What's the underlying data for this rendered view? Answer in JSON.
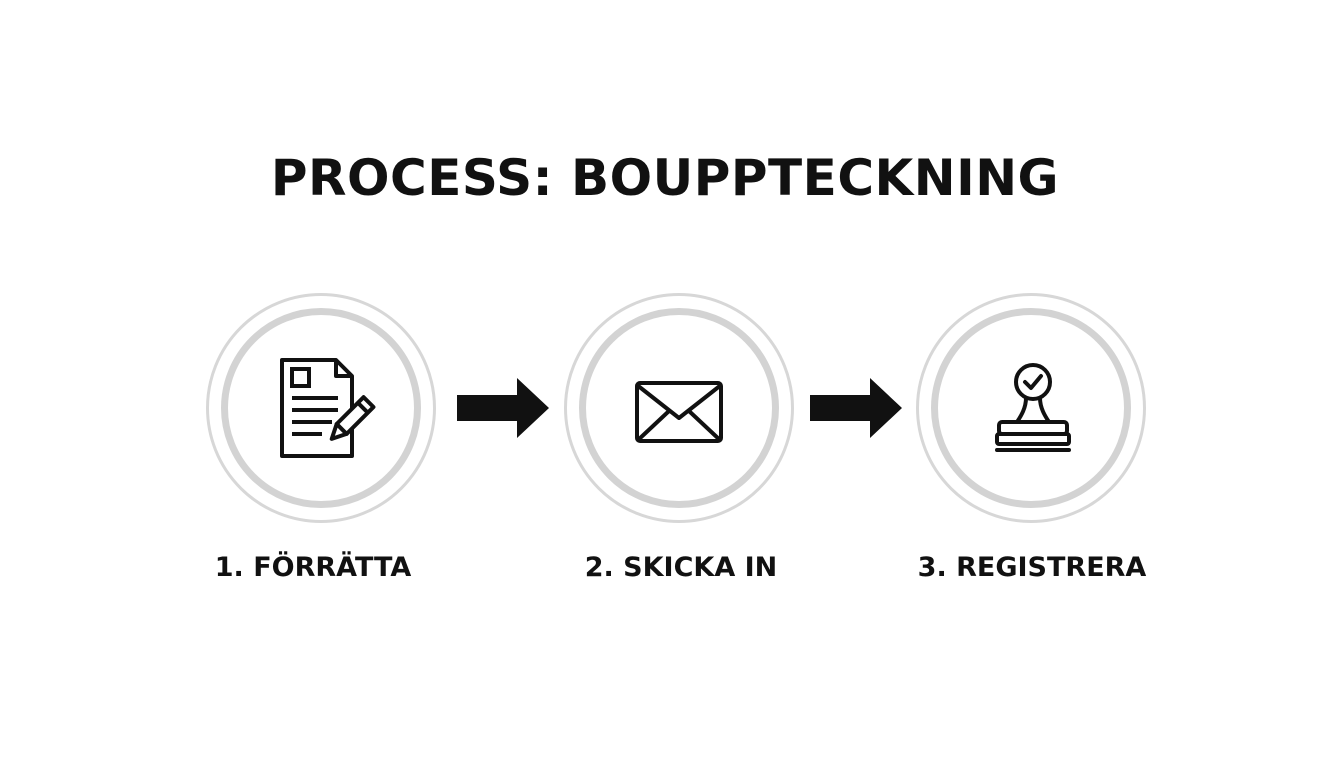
{
  "title": "PROCESS: BOUPPTECKNING",
  "steps": [
    {
      "label": "1. FÖRRÄTTA",
      "icon": "document-pen-icon"
    },
    {
      "label": "2. SKICKA IN",
      "icon": "envelope-icon"
    },
    {
      "label": "3. REGISTRERA",
      "icon": "stamp-icon"
    }
  ],
  "connectors": [
    "arrow-right-icon",
    "arrow-right-icon"
  ],
  "colors": {
    "text": "#111111",
    "ring": "#d3d3d3",
    "background": "#ffffff"
  }
}
